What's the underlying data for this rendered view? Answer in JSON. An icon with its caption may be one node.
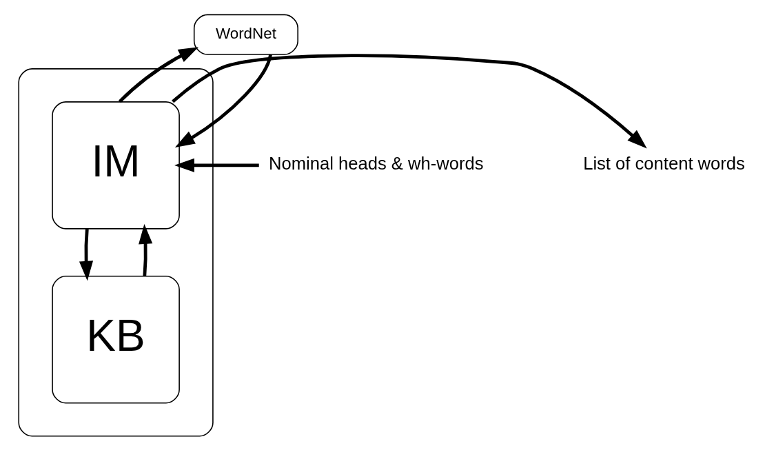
{
  "diagram": {
    "nodes": [
      {
        "text": [
          "WordNet"
        ]
      },
      {
        "text": [],
        "shape": "box"
      },
      {
        "text": [
          "IM"
        ],
        "in": 1
      },
      {
        "text": [
          "KB"
        ],
        "in": 1
      },
      {
        "text": [
          "Nominal heads & wh-words"
        ]
      },
      {
        "text": [
          "List of content words"
        ]
      }
    ],
    "edges": [
      {
        "from": 0,
        "to": 2,
        "arrow": "to"
      },
      {
        "from": 2,
        "to": 0,
        "arrow": "to"
      },
      {
        "from": 4,
        "to": 2,
        "arrow": "to"
      },
      {
        "from": 2,
        "to": 5,
        "arrow": "to"
      },
      {
        "from": 2,
        "to": 3,
        "arrow": "to"
      },
      {
        "from": 3,
        "to": 2,
        "arrow": "to"
      }
    ]
  }
}
